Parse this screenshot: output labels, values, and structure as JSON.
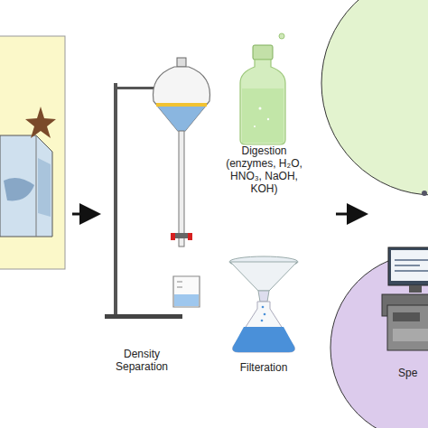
{
  "diagram": {
    "nodes": [
      {
        "text": [
          "Spe"
        ]
      }
    ],
    "labels": [
      "Density Separation",
      "Digestion (enzymes, H₂O, HNO₃, NaOH, KOH)",
      "Filteration"
    ]
  }
}
